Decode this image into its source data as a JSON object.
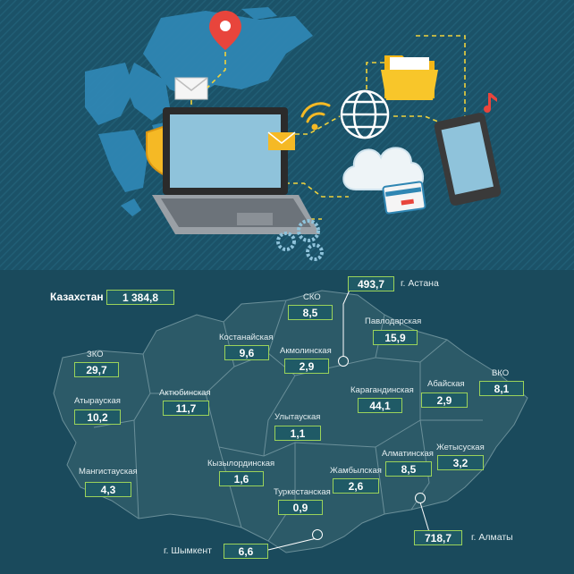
{
  "total": {
    "label": "Казахстан",
    "value": "1 384,8"
  },
  "regions": [
    {
      "id": "sko",
      "name": "СКО",
      "value": "8,5"
    },
    {
      "id": "pavlodar",
      "name": "Павлодарская",
      "value": "15,9"
    },
    {
      "id": "kostanay",
      "name": "Костанайская",
      "value": "9,6"
    },
    {
      "id": "akmola",
      "name": "Акмолинская",
      "value": "2,9"
    },
    {
      "id": "zko",
      "name": "ЗКО",
      "value": "29,7"
    },
    {
      "id": "atyrau",
      "name": "Атырауская",
      "value": "10,2"
    },
    {
      "id": "aktobe",
      "name": "Актюбинская",
      "value": "11,7"
    },
    {
      "id": "karaganda",
      "name": "Карагандинская",
      "value": "44,1"
    },
    {
      "id": "abay",
      "name": "Абайская",
      "value": "2,9"
    },
    {
      "id": "vko",
      "name": "ВКО",
      "value": "8,1"
    },
    {
      "id": "ulytau",
      "name": "Улытауская",
      "value": "1,1"
    },
    {
      "id": "mangystau",
      "name": "Мангистауская",
      "value": "4,3"
    },
    {
      "id": "kyzylorda",
      "name": "Кызылординская",
      "value": "1,6"
    },
    {
      "id": "zhambyl",
      "name": "Жамбылская",
      "value": "2,6"
    },
    {
      "id": "almaty_reg",
      "name": "Алматинская",
      "value": "8,5"
    },
    {
      "id": "zhetysu",
      "name": "Жетысуская",
      "value": "3,2"
    },
    {
      "id": "turkestan",
      "name": "Туркестанская",
      "value": "0,9"
    }
  ],
  "cities": [
    {
      "id": "astana",
      "name": "г. Астана",
      "value": "493,7"
    },
    {
      "id": "almaty",
      "name": "г. Алматы",
      "value": "718,7"
    },
    {
      "id": "shymkent",
      "name": "г. Шымкент",
      "value": "6,6"
    }
  ],
  "colors": {
    "map_bg": "#1a4a5c",
    "region_fill": "#2c5a68",
    "box_border": "#9bd35a",
    "illus_bg": "#1b5268"
  },
  "illustration_icons": [
    "world-map",
    "location-pin-icon",
    "envelope-icon",
    "shield-icon",
    "laptop-icon",
    "wifi-icon",
    "globe-icon",
    "folder-icon",
    "music-note-icon",
    "tablet-icon",
    "cloud-icon",
    "credit-card-icon",
    "gear-icon"
  ]
}
